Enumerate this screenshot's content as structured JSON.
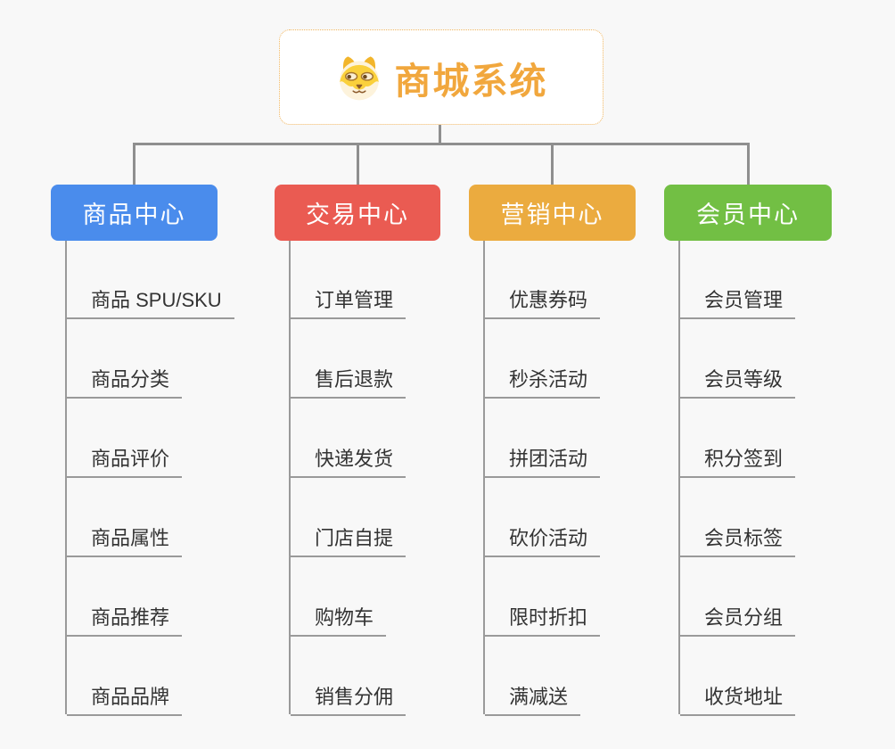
{
  "page": {
    "background_color": "#f8f8f8",
    "connector_color": "#8f8f8f"
  },
  "root": {
    "title": "商城系统",
    "icon": "dog-face-icon",
    "text_color": "#f1a73d",
    "border_color": "#f0b55e",
    "background_color": "#ffffff"
  },
  "branches": [
    {
      "id": "product-center",
      "label": "商品中心",
      "color": "#4a8cec",
      "children": [
        "商品 SPU/SKU",
        "商品分类",
        "商品评价",
        "商品属性",
        "商品推荐",
        "商品品牌"
      ]
    },
    {
      "id": "trade-center",
      "label": "交易中心",
      "color": "#ea5b52",
      "children": [
        "订单管理",
        "售后退款",
        "快递发货",
        "门店自提",
        "购物车",
        "销售分佣"
      ]
    },
    {
      "id": "marketing-center",
      "label": "营销中心",
      "color": "#ebab3f",
      "children": [
        "优惠券码",
        "秒杀活动",
        "拼团活动",
        "砍价活动",
        "限时折扣",
        "满减送"
      ]
    },
    {
      "id": "member-center",
      "label": "会员中心",
      "color": "#72bf44",
      "children": [
        "会员管理",
        "会员等级",
        "积分签到",
        "会员标签",
        "会员分组",
        "收货地址"
      ]
    }
  ]
}
